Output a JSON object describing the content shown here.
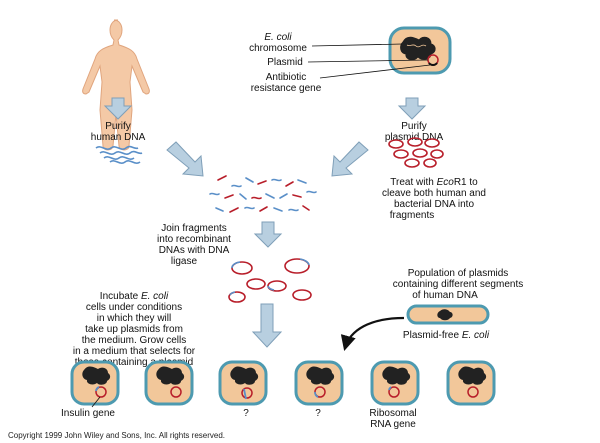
{
  "labels": {
    "ecoli_chromosome_1": "E. coli",
    "ecoli_chromosome_2": "chromosome",
    "plasmid": "Plasmid",
    "antibiotic_1": "Antibiotic",
    "antibiotic_2": "resistance gene",
    "purify_human_1": "Purify",
    "purify_human_2": "human DNA",
    "purify_plasmid_1": "Purify",
    "purify_plasmid_2": "plasmid DNA",
    "treat_1_pre": "Treat with ",
    "treat_1_italic": "Eco",
    "treat_1_post": "R1 to",
    "treat_2": "cleave both human and",
    "treat_3": "bacterial DNA into",
    "treat_4": "fragments",
    "join_1": "Join fragments",
    "join_2": "into recombinant",
    "join_3": "DNAs with DNA",
    "join_4": "ligase",
    "population_1": "Population of plasmids",
    "population_2": "containing different segments",
    "population_3": "of human DNA",
    "plasmid_free_pre": "Plasmid-free ",
    "plasmid_free_italic": "E. coli",
    "incubate_1_pre": "Incubate ",
    "incubate_1_italic": "E. coli",
    "incubate_2": "cells under conditions",
    "incubate_3": "in which they will",
    "incubate_4": "take up plasmids from",
    "incubate_5": "the medium. Grow cells",
    "incubate_6": "in a medium that selects for",
    "incubate_7": "those containing a plasmid",
    "insulin_gene": "Insulin gene",
    "q1": "?",
    "q2": "?",
    "ribosomal_1": "Ribosomal",
    "ribosomal_2": "RNA gene",
    "copyright": "Copyright 1999 John Wiley and Sons, Inc. All rights reserved."
  },
  "colors": {
    "skin": "#f4c9a6",
    "arrow_fill": "#b8cfe0",
    "arrow_stroke": "#7f9fb8",
    "human_dna": "#5a8fc8",
    "plasmid_dna": "#b81e2a",
    "cell_wall": "#4d9ab0",
    "cell_fill": "#f2c79a",
    "chromosome": "#222222"
  }
}
